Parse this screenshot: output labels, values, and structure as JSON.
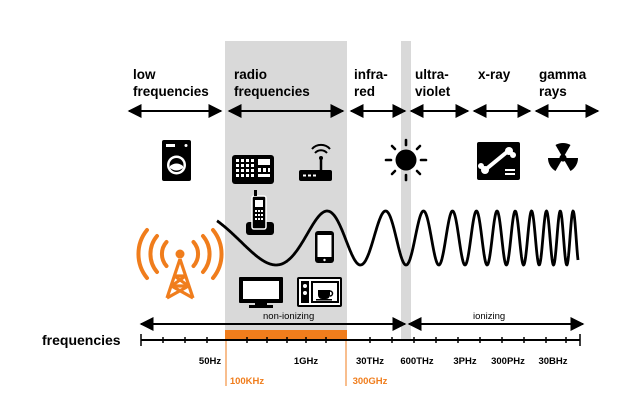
{
  "categories": [
    {
      "line1": "low",
      "line2": "frequencies"
    },
    {
      "line1": "radio",
      "line2": "frequencies"
    },
    {
      "line1": "infra-",
      "line2": "red"
    },
    {
      "line1": "ultra-",
      "line2": "violet"
    },
    {
      "line1": "x-ray",
      "line2": ""
    },
    {
      "line1": "gamma",
      "line2": "rays"
    }
  ],
  "axis_label": "frequencies",
  "bands": {
    "non_ionizing": "non-ionizing",
    "ionizing": "ionizing"
  },
  "ticks": [
    "50Hz",
    "1GHz",
    "30THz",
    "600THz",
    "3PHz",
    "300PHz",
    "30BHz"
  ],
  "highlight_ticks": [
    "100KHz",
    "300GHz"
  ],
  "icons": [
    "washing-machine-icon",
    "radio-icon",
    "router-icon",
    "cordless-phone-icon",
    "smartphone-icon",
    "tv-icon",
    "microwave-icon",
    "sun-icon",
    "xray-icon",
    "radiation-icon",
    "antenna-tower-icon"
  ],
  "colors": {
    "accent": "#f07d1c",
    "shade": "#d9d9d9",
    "ink": "#000000"
  }
}
